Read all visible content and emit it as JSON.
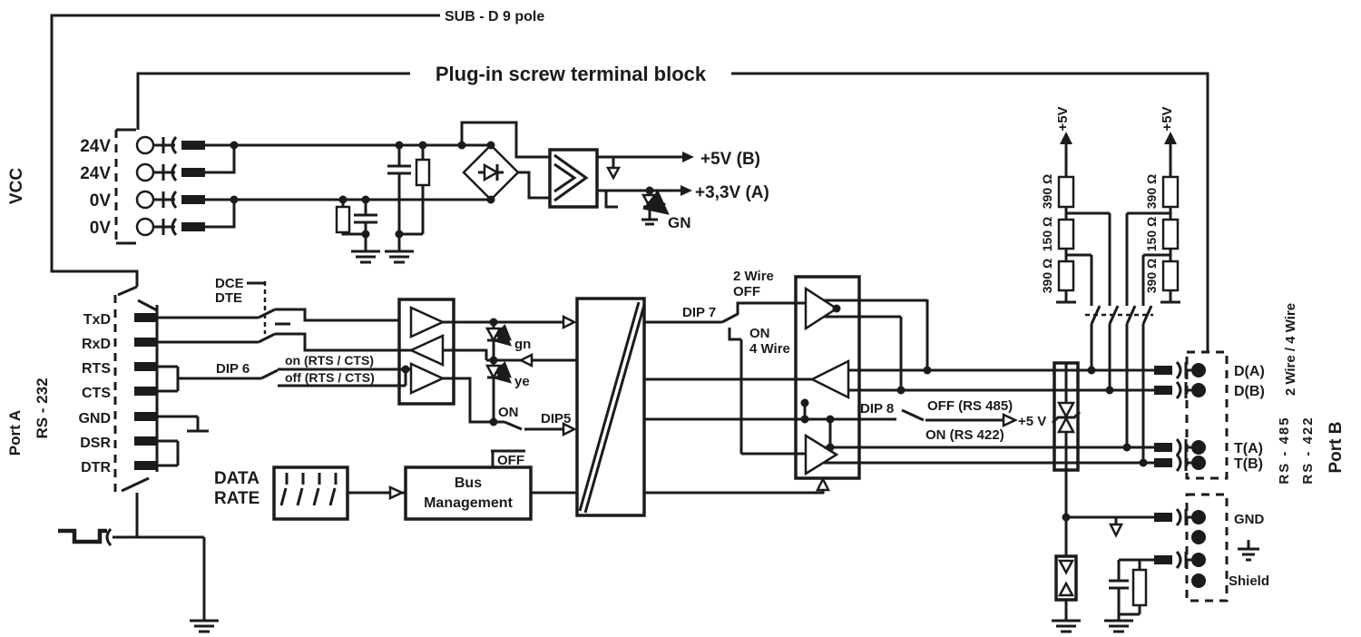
{
  "labels": {
    "sub_d": "SUB - D  9 pole",
    "plug_in": "Plug-in screw terminal block",
    "vcc": "VCC",
    "vcc_pins": [
      "24V",
      "24V",
      "0V",
      "0V"
    ],
    "out_5v": "+5V  (B)",
    "out_33v": "+3,3V  (A)",
    "led_power": "GN",
    "port_a": "Port A",
    "rs232": "RS - 232",
    "pins": [
      "TxD",
      "RxD",
      "RTS",
      "CTS",
      "GND",
      "DSR",
      "DTR"
    ],
    "dce": "DCE",
    "dte": "DTE",
    "dip6": "DIP 6",
    "rts_on": "on (RTS / CTS)",
    "rts_off": "off (RTS / CTS)",
    "led_gn": "gn",
    "led_ye": "ye",
    "dip5_on": "ON",
    "dip5": "DIP5",
    "dip5_off": "OFF",
    "data_rate_1": "DATA",
    "data_rate_2": "RATE",
    "bus_1": "Bus",
    "bus_2": "Management",
    "wire2_1": "2 Wire",
    "wire2_2": "OFF",
    "dip7": "DIP 7",
    "wire4_1": "ON",
    "wire4_2": "4 Wire",
    "dip8": "DIP 8",
    "dip8_off": "OFF (RS 485)",
    "dip8_on": "ON (RS 422)",
    "dip8_5v": "+5 V",
    "plus5_left": "+5V",
    "plus5_right": "+5V",
    "res_left": [
      "390 Ω",
      "150 Ω",
      "390 Ω"
    ],
    "res_right": [
      "390 Ω",
      "150 Ω",
      "390 Ω"
    ],
    "pb_da": "D(A)",
    "pb_db": "D(B)",
    "pb_ta": "T(A)",
    "pb_tb": "T(B)",
    "pb_gnd": "GND",
    "pb_shield": "Shield",
    "pb_wire": "2 Wire / 4 Wire",
    "pb_rs485": "RS - 485",
    "pb_rs422": "RS - 422",
    "port_b": "Port B"
  },
  "colors": {
    "ink": "#1b1b1b",
    "background": "#ffffff"
  }
}
